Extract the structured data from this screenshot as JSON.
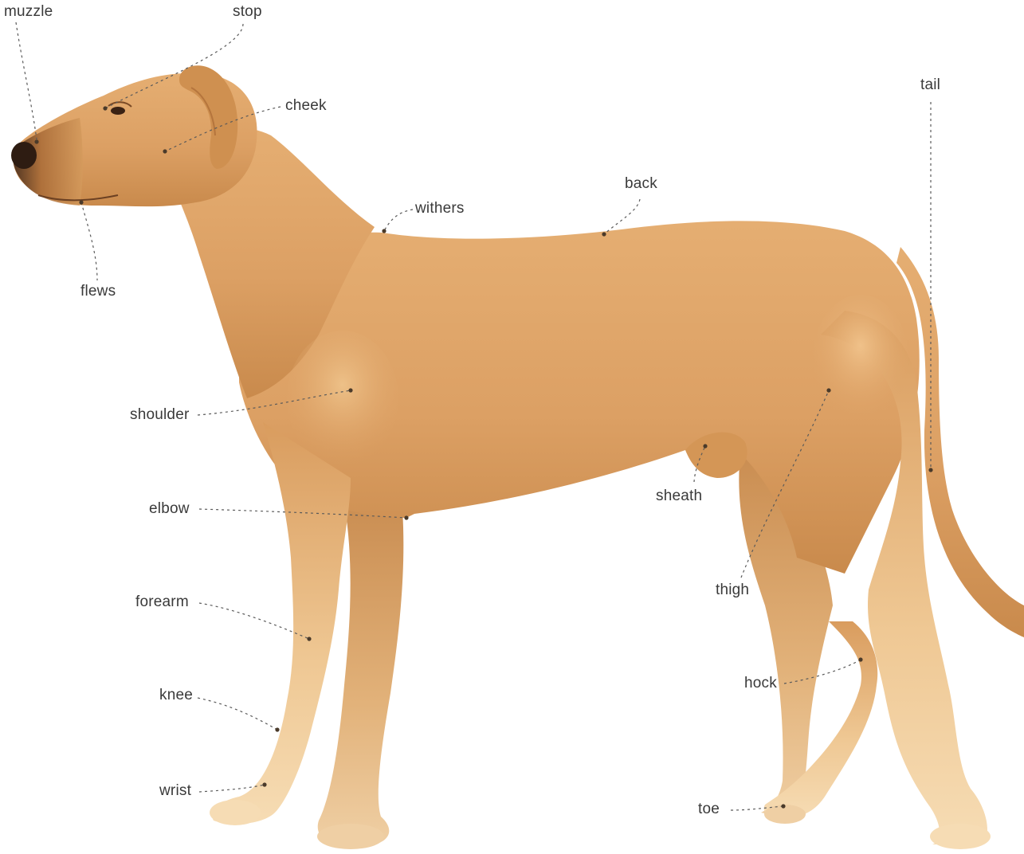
{
  "labels": {
    "muzzle": "muzzle",
    "stop": "stop",
    "cheek": "cheek",
    "flews": "flews",
    "withers": "withers",
    "back": "back",
    "tail": "tail",
    "shoulder": "shoulder",
    "sheath": "sheath",
    "elbow": "elbow",
    "thigh": "thigh",
    "forearm": "forearm",
    "hock": "hock",
    "knee": "knee",
    "wrist": "wrist",
    "toe": "toe"
  },
  "colors": {
    "coat": "#d9a066",
    "coat_light": "#f3cf9c",
    "coat_dark": "#b8763a",
    "nose": "#3a2418",
    "text": "#3a3a3a",
    "leader": "#5a5a5a"
  }
}
